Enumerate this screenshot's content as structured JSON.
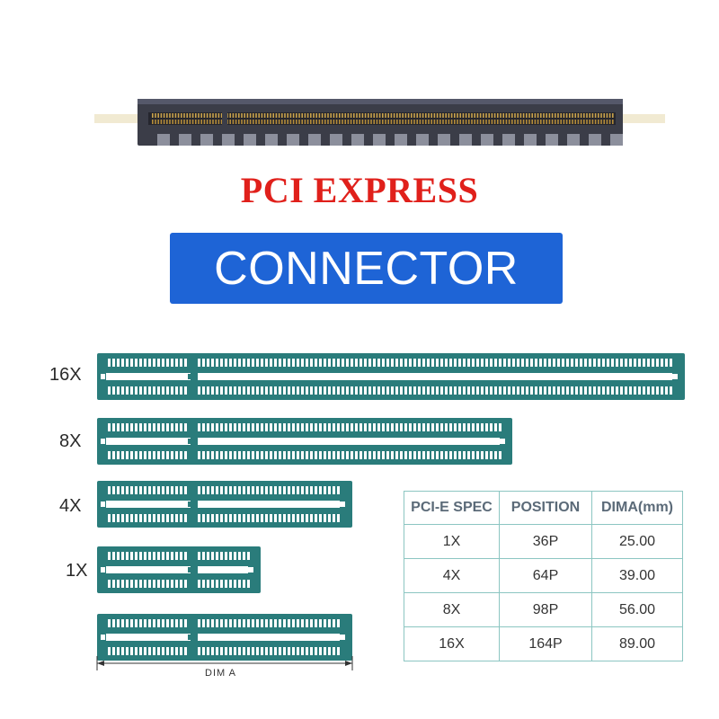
{
  "title": "PCI EXPRESS",
  "subtitle": "CONNECTOR",
  "slots": [
    {
      "label": "16X"
    },
    {
      "label": "8X"
    },
    {
      "label": "4X"
    },
    {
      "label": "1X"
    }
  ],
  "dimension_label": "DIM A",
  "colors": {
    "title": "#e0201b",
    "subtitle_bg": "#1e64d6",
    "slot_fill": "#2a7c7b",
    "table_border": "#8cc6c2"
  },
  "spec_table": {
    "headers": [
      "PCI-E SPEC",
      "POSITION",
      "DIMA(mm)"
    ],
    "rows": [
      [
        "1X",
        "36P",
        "25.00"
      ],
      [
        "4X",
        "64P",
        "39.00"
      ],
      [
        "8X",
        "98P",
        "56.00"
      ],
      [
        "16X",
        "164P",
        "89.00"
      ]
    ]
  }
}
